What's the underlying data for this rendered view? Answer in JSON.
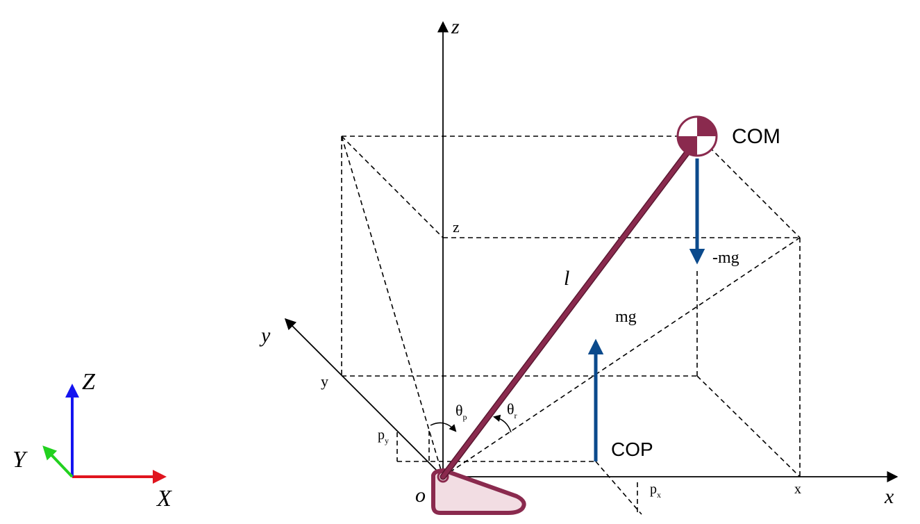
{
  "diagram": {
    "global_frame": {
      "x_label": "X",
      "y_label": "Y",
      "z_label": "Z",
      "x_color": "#e0141e",
      "y_color": "#22d11f",
      "z_color": "#1414f0"
    },
    "local_frame": {
      "origin_label": "o",
      "x_axis_label": "x",
      "y_axis_label": "y",
      "z_axis_label": "z"
    },
    "projections": {
      "x_label": "x",
      "y_label": "y",
      "z_label": "z",
      "px_label": "p",
      "px_sub": "x",
      "py_label": "p",
      "py_sub": "y"
    },
    "pendulum": {
      "length_label": "l",
      "com_label": "COM",
      "cop_label": "COP",
      "gravity_label": "-mg",
      "reaction_label": "mg",
      "theta_label": "θ",
      "theta_sub": "r",
      "theta_p_label": "θ",
      "theta_p_sub": "p",
      "pendulum_color": "#8a2a4e",
      "force_color": "#0b4a8c",
      "foot_fill": "#f2dde3"
    }
  }
}
